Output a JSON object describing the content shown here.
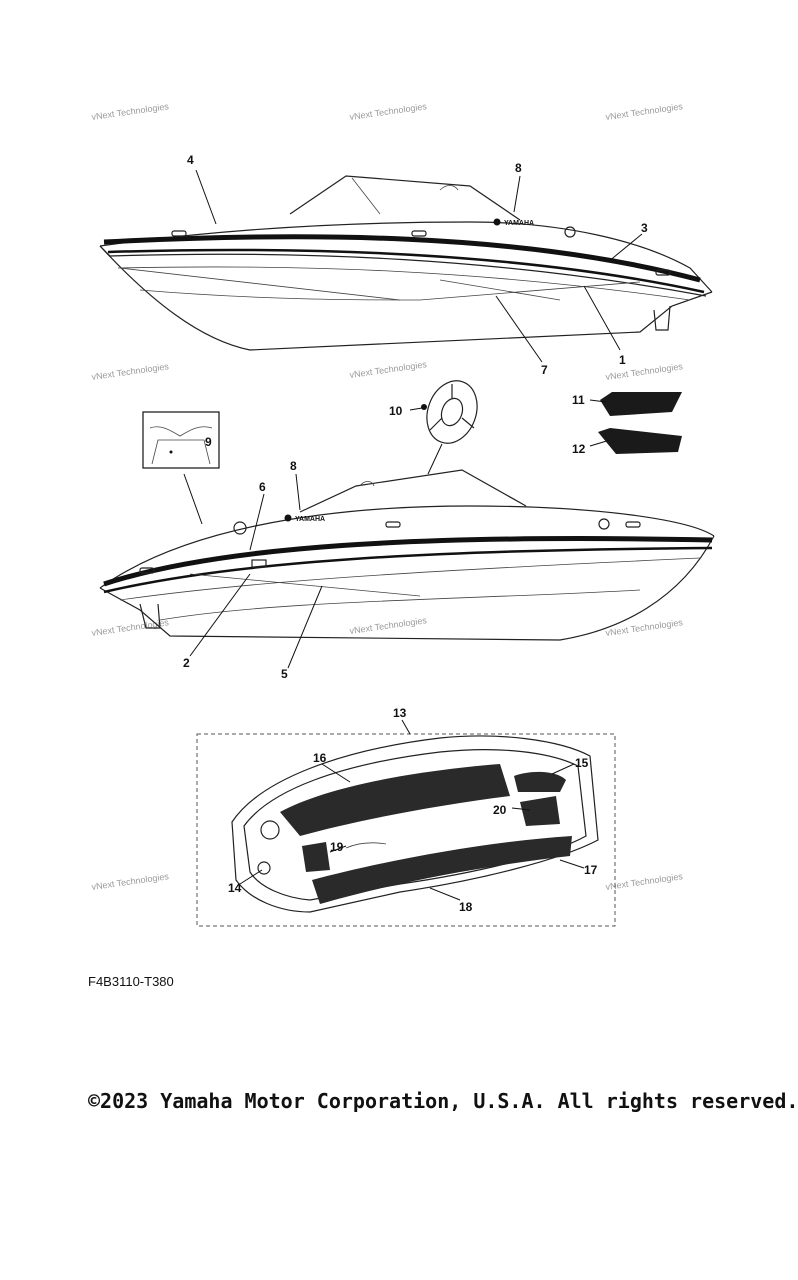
{
  "diagram": {
    "callouts": [
      "1",
      "2",
      "3",
      "4",
      "5",
      "6",
      "7",
      "8",
      "8",
      "9",
      "10",
      "11",
      "12",
      "13",
      "14",
      "15",
      "16",
      "17",
      "18",
      "19",
      "20"
    ],
    "watermark": "vNext Technologies",
    "watermark_large": "vNext",
    "brand_badge": "YAMAHA",
    "code": "F4B3110-T380"
  },
  "footer": {
    "copyright": "©2023 Yamaha Motor Corporation, U.S.A. All rights reserved."
  }
}
